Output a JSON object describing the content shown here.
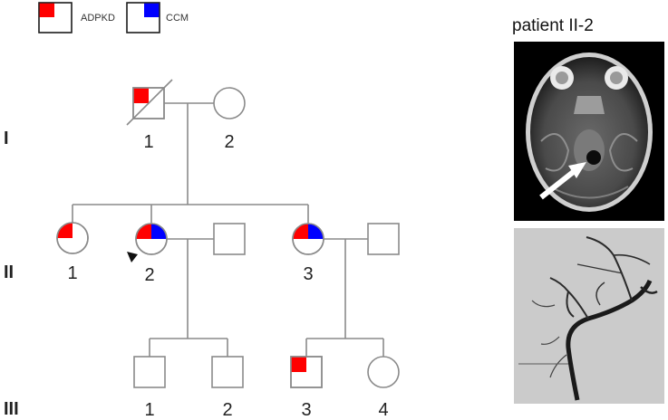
{
  "legend": [
    {
      "label": "ADPKD",
      "color": "#ff0000"
    },
    {
      "label": "CCM",
      "color": "#0000ff"
    }
  ],
  "generations": {
    "g1": "I",
    "g2": "II",
    "g3": "III"
  },
  "individuals": {
    "I_1": "1",
    "I_2": "2",
    "II_1": "1",
    "II_2": "2",
    "II_3": "3",
    "III_1": "1",
    "III_2": "2",
    "III_3": "3",
    "III_4": "4"
  },
  "image_title": "patient II-2",
  "colors": {
    "adpkd": "#ff0000",
    "ccm": "#0000ff"
  }
}
